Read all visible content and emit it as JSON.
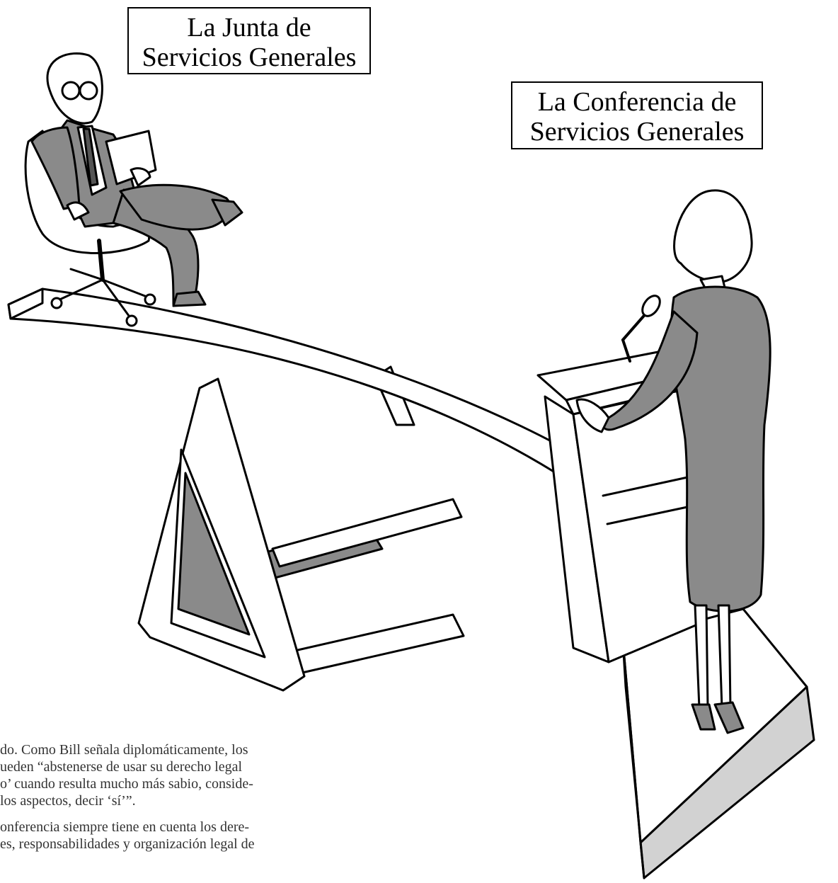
{
  "labels": {
    "board_line1": "La Junta de",
    "board_line2": "Servicios Generales",
    "conference_line1": "La Conferencia de",
    "conference_line2": "Servicios Generales"
  },
  "text": {
    "p1_line1": "do. Como Bill señala diplomáticamente, los",
    "p1_line2": "ueden “abstenerse de usar su derecho legal",
    "p1_line3": "o’ cuando resulta mucho más sabio, conside-",
    "p1_line4": "los aspectos, decir ‘sí’”.",
    "p2_line1": "onferencia siempre tiene en cuenta los dere-",
    "p2_line2": "es, responsabilidades y organización legal de"
  },
  "colors": {
    "figure_gray": "#8a8a8a",
    "platform_side_gray": "#d2d2d2",
    "line_black": "#000000"
  }
}
